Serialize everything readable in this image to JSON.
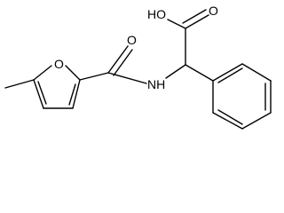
{
  "molecule": {
    "atoms": {
      "furan_o": "O",
      "amide_o": "O",
      "amide_n": "NH",
      "acid_oh": "HO",
      "acid_o": "O"
    }
  }
}
